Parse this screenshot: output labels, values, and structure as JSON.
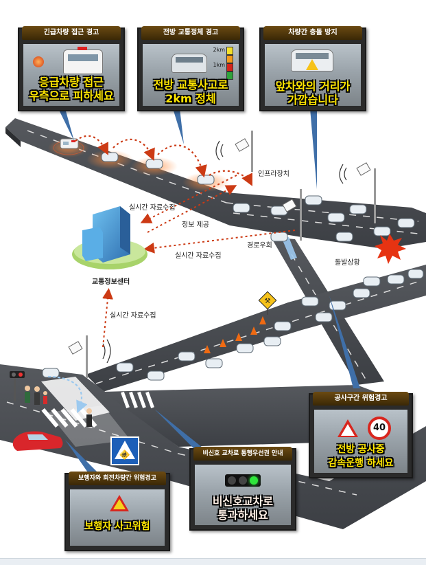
{
  "panels": {
    "emergency": {
      "header": "긴급차량 접근 경고",
      "message_line1": "응급차량 접근",
      "message_line2": "우측으로 피하세요"
    },
    "congestion": {
      "header": "전방 교통정체 경고",
      "message_line1": "전방 교통사고로",
      "message_line2": "2km 정체",
      "scale_top": "2km",
      "scale_mid": "1km"
    },
    "collision": {
      "header": "차량간 충돌 방지",
      "message_line1": "앞차와의 거리가",
      "message_line2": "가깝습니다"
    },
    "construction": {
      "header": "공사구간 위험경고",
      "message_line1": "전방 공사중",
      "message_line2": "감속운행 하세요",
      "speed_limit": "40"
    },
    "signal": {
      "header": "비신호 교차로 통행우선권 안내",
      "message_line1": "비신호교차로",
      "message_line2": "통과하세요"
    },
    "pedestrian": {
      "header": "보행자와 회전차량간 위험경고",
      "message_line1": "보행자 사고위험"
    }
  },
  "labels": {
    "infra": "인프라장치",
    "collect1": "실시간 자료수집",
    "provide": "정보 제공",
    "collect2": "실시간 자료수집",
    "detour": "경로우회",
    "incident": "돌발상황",
    "center": "교통정보센터",
    "collect3": "실시간 자료수집"
  },
  "colors": {
    "road": "#4a4d52",
    "lane": "#ffffff",
    "arrow": "#cc3a14",
    "panel_text": "#ffe600",
    "building": "#3f8fd1",
    "cone": "#f06a12"
  }
}
